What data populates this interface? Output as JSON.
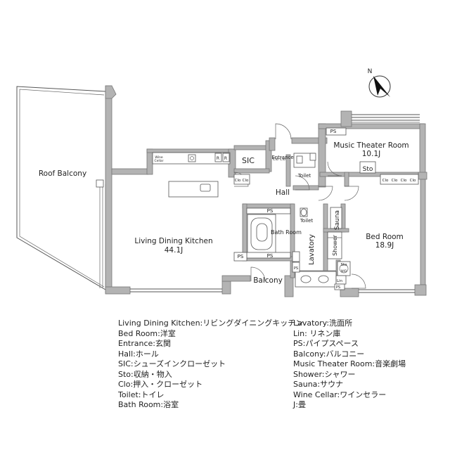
{
  "rooms": {
    "roof_balcony": "Roof Balcony",
    "ldk": "Living Dining Kitchen",
    "ldk_size": "44.1J",
    "music": "Music Theater Room",
    "music_size": "10.1J",
    "bed": "Bed Room",
    "bed_size": "18.9J",
    "hall": "Hall",
    "sic": "SIC",
    "entrance": "Entrance",
    "toilet": "Toilet",
    "bath": "Bath Room",
    "lavatory": "Lavatory",
    "sauna": "Sauna",
    "shower": "Shower",
    "balcony": "Balcony",
    "sto": "Sto",
    "ps": "PS",
    "clo": "Clo",
    "lin": "Lin",
    "wine_cellar": "Wine Cellar",
    "wd": "W/D",
    "r": "R"
  },
  "compass": {
    "label": "N"
  },
  "legend": {
    "left": [
      "Living Dining Kitchen:リビングダイニングキッチン",
      "Bed Room:洋室",
      "Entrance:玄関",
      "Hall:ホール",
      "SIC:シューズインクローゼット",
      "Sto:収納・物入",
      "Clo:押入・クローゼット",
      "Toilet:トイレ",
      "Bath Room:浴室"
    ],
    "right": [
      "Lavatory:洗面所",
      "Lin: リネン庫",
      "PS:パイプスペース",
      "Balcony:バルコニー",
      "Music Theater Room:音楽劇場",
      "Shower:シャワー",
      "Sauna:サウナ",
      "Wine Cellar:ワインセラー",
      "J:畳"
    ]
  }
}
